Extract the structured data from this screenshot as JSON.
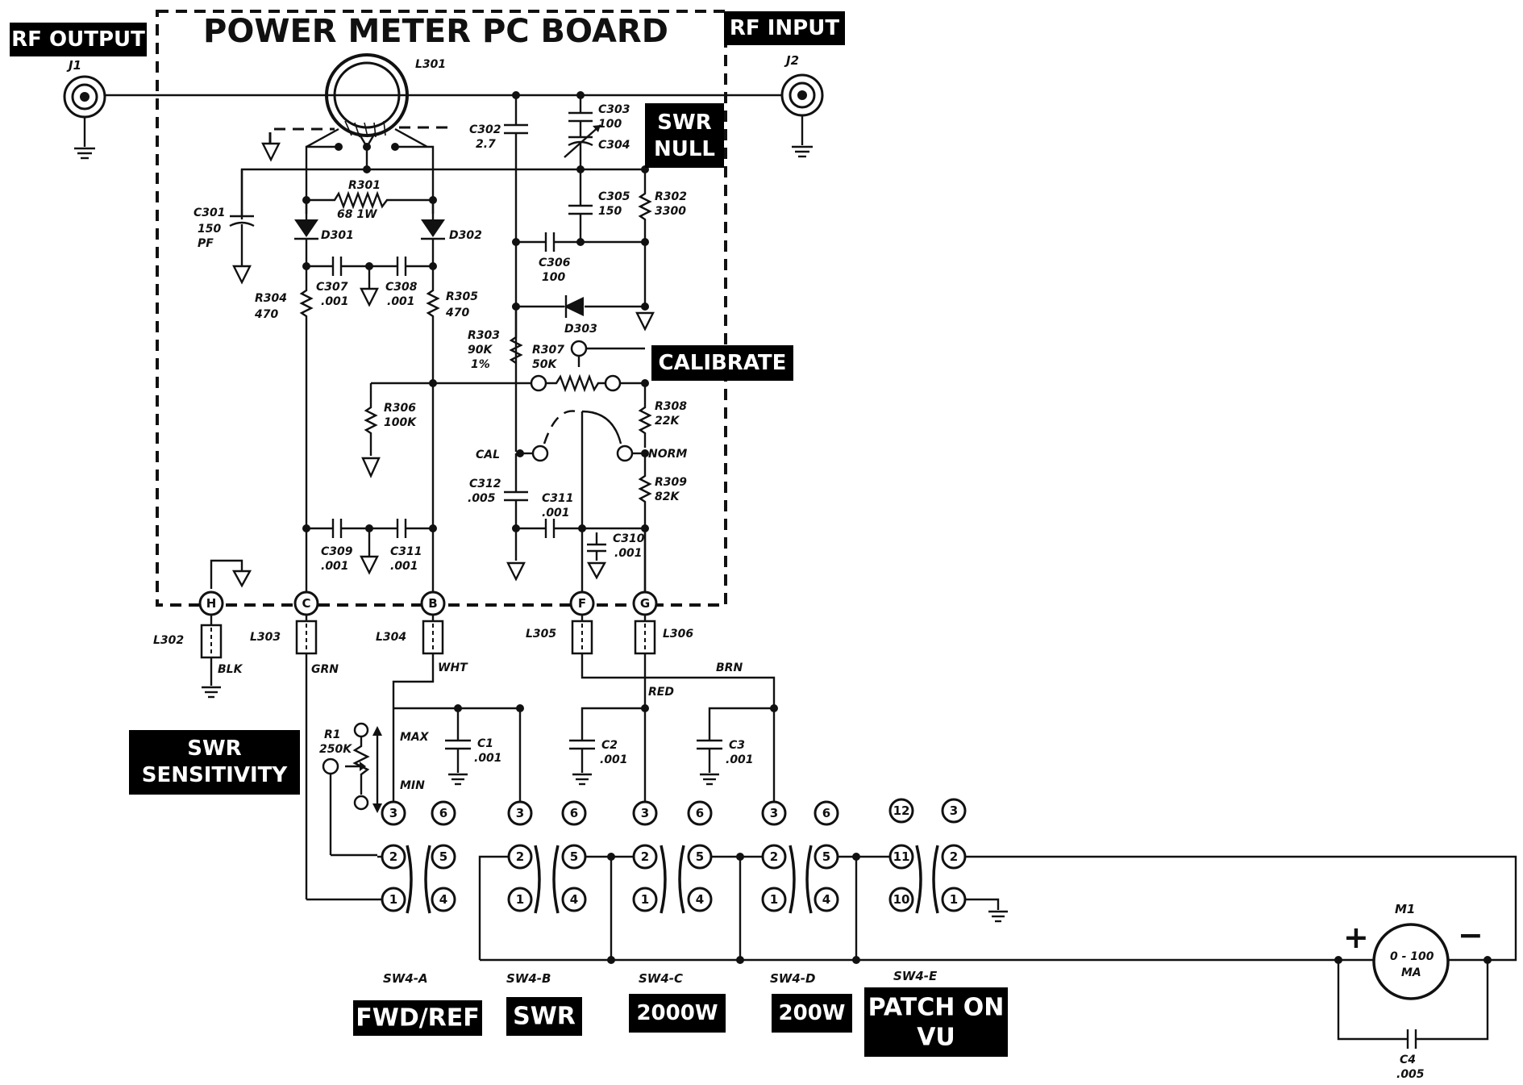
{
  "diagram": {
    "title": "POWER METER PC BOARD",
    "labels": {
      "rf_output": "RF OUTPUT",
      "rf_input": "RF INPUT",
      "swr_null_1": "SWR",
      "swr_null_2": "NULL",
      "calibrate": "CALIBRATE",
      "swr_sens_1": "SWR",
      "swr_sens_2": "SENSITIVITY",
      "fwd_ref": "FWD/REF",
      "swr": "SWR",
      "w2000": "2000W",
      "w200": "200W",
      "patch_1": "PATCH ON",
      "patch_2": "VU"
    },
    "connectors": {
      "j1": "J1",
      "j2": "J2"
    },
    "components": {
      "l301": "L301",
      "c302": "C302",
      "c302_val": "2.7",
      "c303": "C303",
      "c303_val": "100",
      "c304": "C304",
      "c305": "C305",
      "c305_val": "150",
      "r302": "R302",
      "r302_val": "3300",
      "c301": "C301",
      "c301_val1": "150",
      "c301_val2": "PF",
      "r301": "R301",
      "r301_val": "68 1W",
      "d301": "D301",
      "d302": "D302",
      "d303": "D303",
      "c306": "C306",
      "c306_val": "100",
      "c307": "C307",
      "c307_val": ".001",
      "c308": "C308",
      "c308_val": ".001",
      "r304": "R304",
      "r304_val": "470",
      "r305": "R305",
      "r305_val": "470",
      "r303": "R303",
      "r303_val1": "90K",
      "r303_val2": "1%",
      "r307": "R307",
      "r307_val": "50K",
      "r306": "R306",
      "r306_val": "100K",
      "r308": "R308",
      "r308_val": "22K",
      "r309": "R309",
      "r309_val": "82K",
      "cal": "CAL",
      "norm": "NORM",
      "c312": "C312",
      "c312_val": ".005",
      "c311b": "C311",
      "c311b_val": ".001",
      "c310": "C310",
      "c310_val": ".001",
      "c309": "C309",
      "c309_val": ".001",
      "c311": "C311",
      "c311_val": ".001",
      "r1": "R1",
      "r1_val": "250K",
      "max": "MAX",
      "min": "MIN",
      "c1": "C1",
      "c1_val": ".001",
      "c2": "C2",
      "c2_val": ".001",
      "c3": "C3",
      "c3_val": ".001",
      "c4": "C4",
      "c4_val": ".005",
      "m1": "M1",
      "m1_val1": "0 - 100",
      "m1_val2": "MA",
      "plus": "+",
      "minus": "−"
    },
    "terminals": {
      "h": "H",
      "c": "C",
      "b": "B",
      "f": "F",
      "g": "G"
    },
    "chokes": {
      "l302": "L302",
      "l303": "L303",
      "l304": "L304",
      "l305": "L305",
      "l306": "L306"
    },
    "wires": {
      "blk": "BLK",
      "grn": "GRN",
      "wht": "WHT",
      "red": "RED",
      "brn": "BRN"
    },
    "switches": {
      "a": "SW4-A",
      "b": "SW4-B",
      "c": "SW4-C",
      "d": "SW4-D",
      "e": "SW4-E"
    },
    "pins": {
      "p1": "1",
      "p2": "2",
      "p3": "3",
      "p4": "4",
      "p5": "5",
      "p6": "6",
      "p10": "10",
      "p11": "11",
      "p12": "12"
    }
  }
}
